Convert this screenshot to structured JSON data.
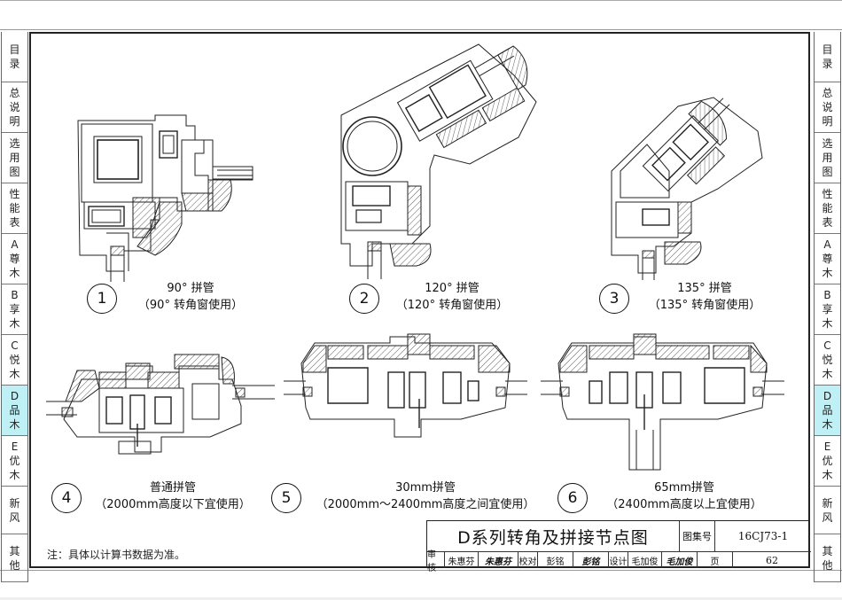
{
  "sidebar": {
    "items": [
      {
        "lines": [
          "目",
          "录"
        ],
        "active": false
      },
      {
        "lines": [
          "总",
          "说",
          "明"
        ],
        "active": false
      },
      {
        "lines": [
          "选",
          "用",
          "图"
        ],
        "active": false
      },
      {
        "lines": [
          "性",
          "能",
          "表"
        ],
        "active": false
      },
      {
        "lines": [
          "A",
          "尊",
          "木"
        ],
        "active": false
      },
      {
        "lines": [
          "B",
          "享",
          "木"
        ],
        "active": false
      },
      {
        "lines": [
          "C",
          "悦",
          "木"
        ],
        "active": false
      },
      {
        "lines": [
          "D",
          "品",
          "木"
        ],
        "active": true
      },
      {
        "lines": [
          "E",
          "优",
          "木"
        ],
        "active": false
      },
      {
        "lines": [
          "新",
          "风"
        ],
        "active": false
      },
      {
        "lines": [
          "其",
          "他"
        ],
        "active": false
      }
    ],
    "active_color": "#bff0f5"
  },
  "details": [
    {
      "number": "1",
      "title": "90° 拼管",
      "subtitle": "（90° 转角窗使用）"
    },
    {
      "number": "2",
      "title": "120° 拼管",
      "subtitle": "（120° 转角窗使用）"
    },
    {
      "number": "3",
      "title": "135° 拼管",
      "subtitle": "（135° 转角窗使用）"
    },
    {
      "number": "4",
      "title": "普通拼管",
      "subtitle": "（2000mm高度以下宜使用）"
    },
    {
      "number": "5",
      "title": "30mm拼管",
      "subtitle": "（2000mm～2400mm高度之间宜使用）"
    },
    {
      "number": "6",
      "title": "65mm拼管",
      "subtitle": "（2400mm高度以上宜使用）"
    }
  ],
  "note": "注：具体以计算书数据为准。",
  "title_block": {
    "title": "D系列转角及拼接节点图",
    "atlas_label": "图集号",
    "atlas_no": "16CJ73-1",
    "review_label": "审核",
    "reviewer": "朱惠芬",
    "reviewer_sig": "朱惠芬",
    "check_label": "校对",
    "checker": "彭铭",
    "checker_sig": "彭铭",
    "design_label": "设计",
    "designer": "毛加俊",
    "designer_sig": "毛加俊",
    "page_label": "页",
    "page_no": "62"
  }
}
